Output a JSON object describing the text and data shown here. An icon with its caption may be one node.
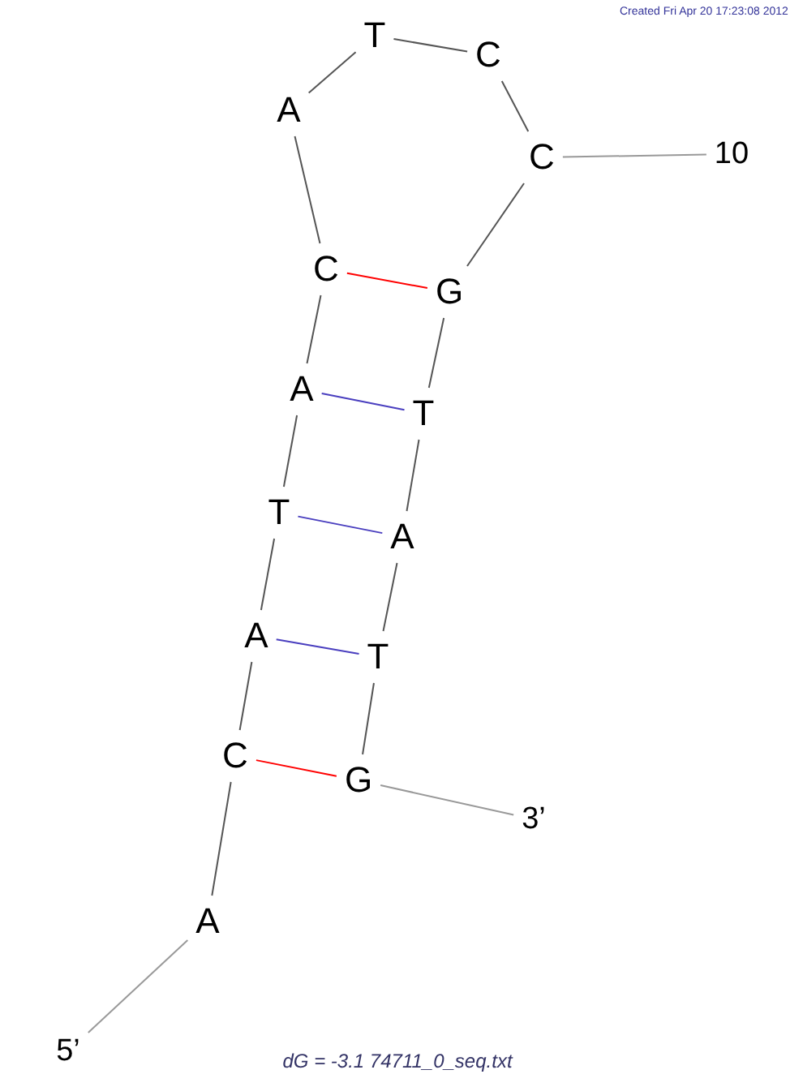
{
  "diagram": {
    "caption": "dG = -3.1 74711_0_seq.txt",
    "nodes": [
      {
        "text": [
          "A"
        ]
      },
      {
        "text": [
          "C"
        ]
      },
      {
        "text": [
          "A"
        ]
      },
      {
        "text": [
          "T"
        ]
      },
      {
        "text": [
          "A"
        ]
      },
      {
        "text": [
          "C"
        ]
      },
      {
        "text": [
          "A"
        ]
      },
      {
        "text": [
          "T"
        ]
      },
      {
        "text": [
          "C"
        ]
      },
      {
        "text": [
          "C"
        ]
      },
      {
        "text": [
          "G"
        ]
      },
      {
        "text": [
          "T"
        ]
      },
      {
        "text": [
          "A"
        ]
      },
      {
        "text": [
          "T"
        ]
      },
      {
        "text": [
          "G"
        ]
      },
      {
        "text": [
          "5’"
        ]
      },
      {
        "text": [
          "3’"
        ]
      },
      {
        "text": [
          "10"
        ]
      }
    ],
    "edges": [
      {
        "from": 15,
        "to": 0,
        "arrow": "none",
        "color": "#999999"
      },
      {
        "from": 0,
        "to": 1,
        "arrow": "none"
      },
      {
        "from": 1,
        "to": 2,
        "arrow": "none"
      },
      {
        "from": 2,
        "to": 3,
        "arrow": "none"
      },
      {
        "from": 3,
        "to": 4,
        "arrow": "none"
      },
      {
        "from": 4,
        "to": 5,
        "arrow": "none"
      },
      {
        "from": 5,
        "to": 6,
        "arrow": "none"
      },
      {
        "from": 6,
        "to": 7,
        "arrow": "none"
      },
      {
        "from": 7,
        "to": 8,
        "arrow": "none"
      },
      {
        "from": 8,
        "to": 9,
        "arrow": "none"
      },
      {
        "from": 9,
        "to": 10,
        "arrow": "none"
      },
      {
        "from": 10,
        "to": 11,
        "arrow": "none"
      },
      {
        "from": 11,
        "to": 12,
        "arrow": "none"
      },
      {
        "from": 12,
        "to": 13,
        "arrow": "none"
      },
      {
        "from": 13,
        "to": 14,
        "arrow": "none"
      },
      {
        "from": 14,
        "to": 16,
        "arrow": "none",
        "color": "#999999"
      },
      {
        "from": 9,
        "to": 17,
        "arrow": "none",
        "color": "#999999"
      },
      {
        "from": 1,
        "to": 14,
        "arrow": "none",
        "color": "#ff0000"
      },
      {
        "from": 2,
        "to": 13,
        "arrow": "none",
        "color": "#4a3fbf"
      },
      {
        "from": 3,
        "to": 12,
        "arrow": "none",
        "color": "#4a3fbf"
      },
      {
        "from": 4,
        "to": 11,
        "arrow": "none",
        "color": "#4a3fbf"
      },
      {
        "from": 5,
        "to": 10,
        "arrow": "none",
        "color": "#ff0000"
      }
    ],
    "labels": [
      "Created Fri Apr 20 17:23:08 2012"
    ]
  }
}
